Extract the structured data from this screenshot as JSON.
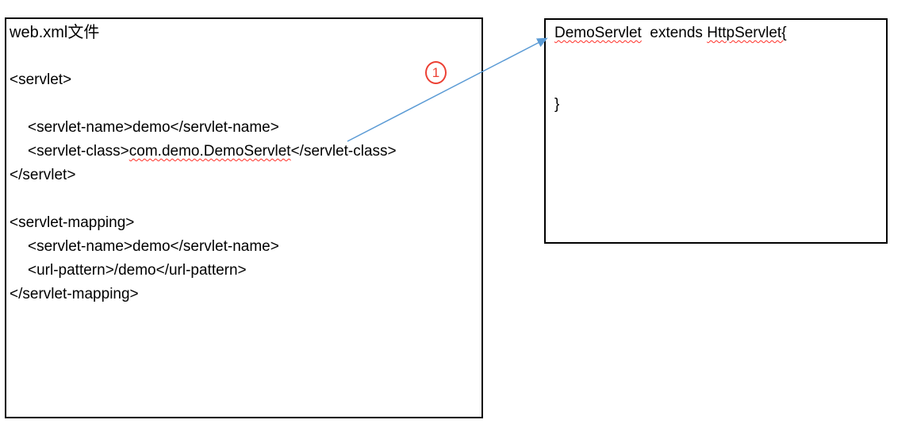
{
  "left_box": {
    "title": "web.xml文件",
    "servlet_open": "<servlet>",
    "servlet_name_line": "<servlet-name>demo</servlet-name>",
    "servlet_class_pre": "<servlet-class>",
    "servlet_class_value": "com.demo.DemoServlet",
    "servlet_class_post": "</servlet-class>",
    "servlet_close": "</servlet>",
    "mapping_open": "<servlet-mapping>",
    "mapping_servlet_name_line": "<servlet-name>demo</servlet-name>",
    "url_pattern_line": "<url-pattern>/demo</url-pattern>",
    "mapping_close": "</servlet-mapping>"
  },
  "right_box": {
    "class_name": "DemoServlet",
    "extends_part": "  extends ",
    "superclass_part": "HttpServlet{",
    "closing_brace": "}"
  },
  "annotation": {
    "step_number": "1",
    "circle_color": "#ec4034",
    "arrow_color": "#5b9bd5",
    "squiggle_color": "#ff2f27"
  }
}
